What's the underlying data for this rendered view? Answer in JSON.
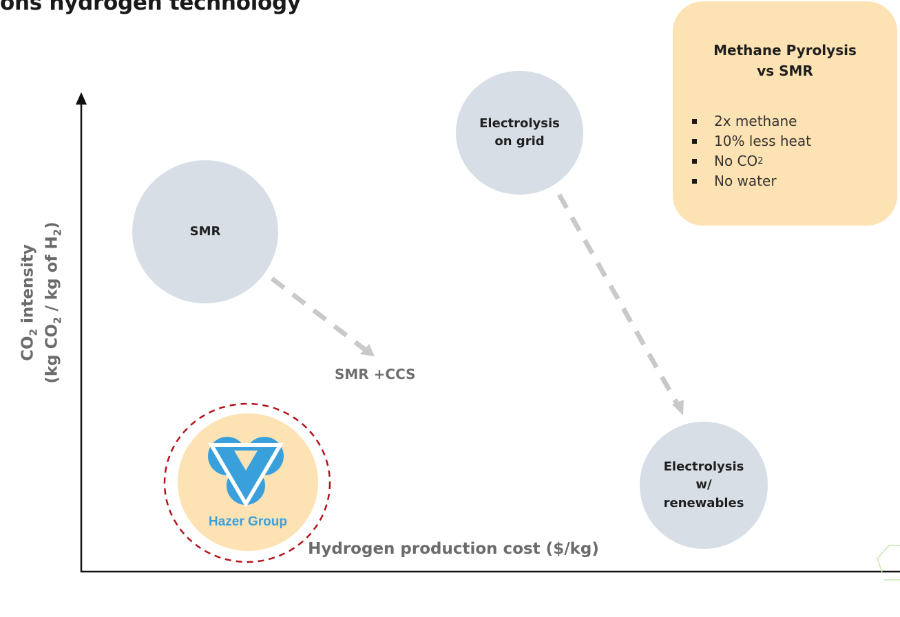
{
  "title": "ons hydrogen technology",
  "axes": {
    "y_label_line1": "CO",
    "y_label_line1_sub": "2",
    "y_label_line1_end": " intensity",
    "y_label_line2_a": "(kg CO",
    "y_label_line2_sub1": "2",
    "y_label_line2_b": " / kg of H",
    "y_label_line2_sub2": "2",
    "y_label_line2_c": ")",
    "x_label": "Hydrogen production cost ($/kg)"
  },
  "nodes": {
    "smr": "SMR",
    "smr_ccs": "SMR +CCS",
    "electrolysis_grid_line1": "Electrolysis",
    "electrolysis_grid_line2": "on grid",
    "electrolysis_renew_line1": "Electrolysis",
    "electrolysis_renew_line2": "w/",
    "electrolysis_renew_line3": "renewables",
    "hazer_logo_text": "Hazer Group"
  },
  "callout": {
    "title_line1": "Methane Pyrolysis",
    "title_line2": "vs SMR",
    "items": [
      "2x methane",
      "10% less heat",
      "No CO",
      "No water"
    ],
    "item3_sub": "2"
  },
  "colors": {
    "bubble": "#d8dee6",
    "callout": "#fde2b4",
    "hazer_circle": "#fde2b4",
    "hazer_dashed_ring": "#b3141c",
    "hazer_blue": "#3aa0dc",
    "arrow": "#c9c9c9",
    "axis": "#111111",
    "axis_label": "#6b6b6b"
  }
}
